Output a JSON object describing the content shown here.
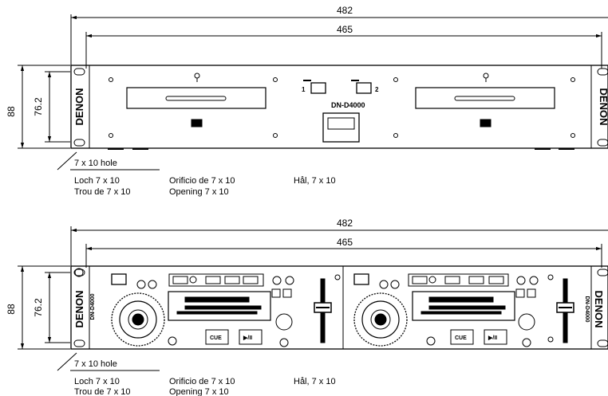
{
  "top_view": {
    "dim_overall_width": "482",
    "dim_mount_width": "465",
    "dim_height": "88",
    "dim_inner_height": "76.2",
    "brand": "DENON",
    "model": "DN-D4000",
    "slot_left_number": "1",
    "slot_right_number": "2",
    "hole_note": "7 x 10 hole",
    "translations": {
      "german": "Loch 7 x 10",
      "french": "Trou de 7 x 10",
      "spanish": "Orificio de 7 x 10",
      "english": "Opening 7 x 10",
      "swedish": "Hål, 7 x 10"
    }
  },
  "bottom_view": {
    "dim_overall_width": "482",
    "dim_mount_width": "465",
    "dim_height": "88",
    "dim_inner_height": "76.2",
    "brand": "DENON",
    "model": "DN-D4000",
    "cue_label": "CUE",
    "play_label": "▶/II",
    "hole_note": "7 x 10 hole",
    "translations": {
      "german": "Loch 7 x 10",
      "french": "Trou de 7 x 10",
      "spanish": "Orificio de 7 x 10",
      "english": "Opening 7 x 10",
      "swedish": "Hål, 7 x 10"
    }
  }
}
